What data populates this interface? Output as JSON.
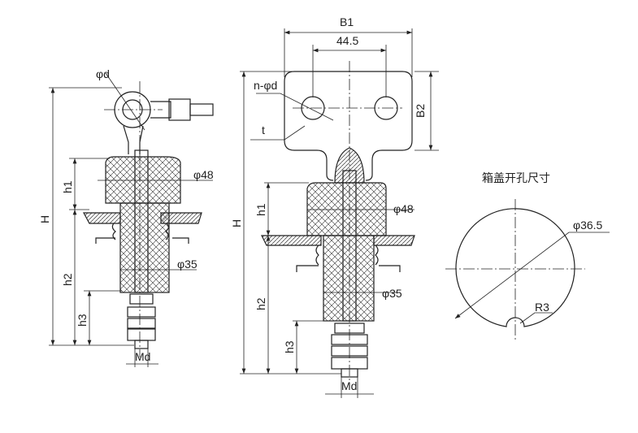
{
  "left_view": {
    "phi_d": "φd",
    "h1": "h1",
    "H": "H",
    "h2": "h2",
    "h3": "h3",
    "Md": "Md",
    "phi48": "φ48",
    "phi35": "φ35"
  },
  "middle_view": {
    "B1": "B1",
    "dim_44_5": "44.5",
    "n_phi_d": "n-φd",
    "t": "t",
    "B2": "B2",
    "H": "H",
    "h1": "h1",
    "h2": "h2",
    "h3": "h3",
    "Md": "Md",
    "phi48": "φ48",
    "phi35": "φ35"
  },
  "cutout_view": {
    "title": "箱盖开孔尺寸",
    "diameter": "φ36.5",
    "radius": "R3"
  }
}
